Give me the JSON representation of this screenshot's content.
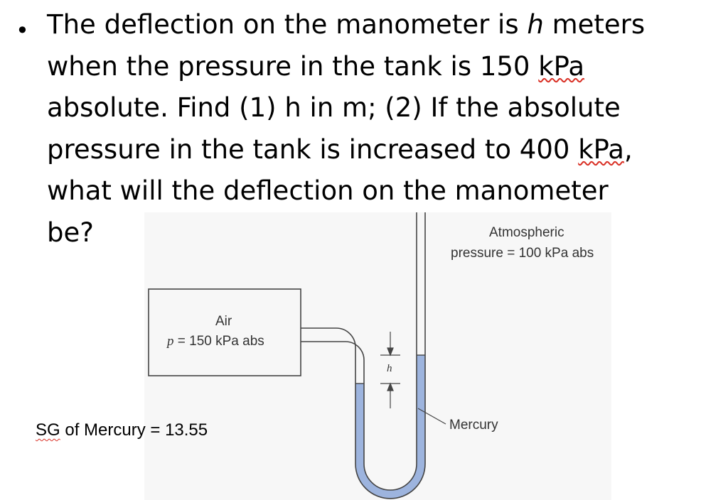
{
  "question": {
    "bullet": "•",
    "line1_a": "The deflection on the manometer is ",
    "line1_h": "h",
    "line1_b": " meters",
    "line2_a": "when the pressure in the tank is 150 ",
    "line2_unit": "kPa",
    "line3": "absolute. Find (1) h in m; (2) If the absolute",
    "line4_a": "pressure in the tank is increased to 400 ",
    "line4_unit": "kPa",
    "line4_b": ",",
    "line5": "what will the deflection on the manometer",
    "line6": "be?"
  },
  "figure": {
    "atmo_line1": "Atmospheric",
    "atmo_line2": "pressure = 100 kPa abs",
    "tank_title": "Air",
    "tank_p": "p",
    "tank_value": " = 150 kPa abs",
    "h_label": "h",
    "mercury_label": "Mercury",
    "colors": {
      "mercury": "#9db4de",
      "line": "#444444",
      "figure_bg": "#f7f7f7"
    }
  },
  "note": {
    "sg": "SG",
    "rest": " of Mercury = 13.55"
  }
}
